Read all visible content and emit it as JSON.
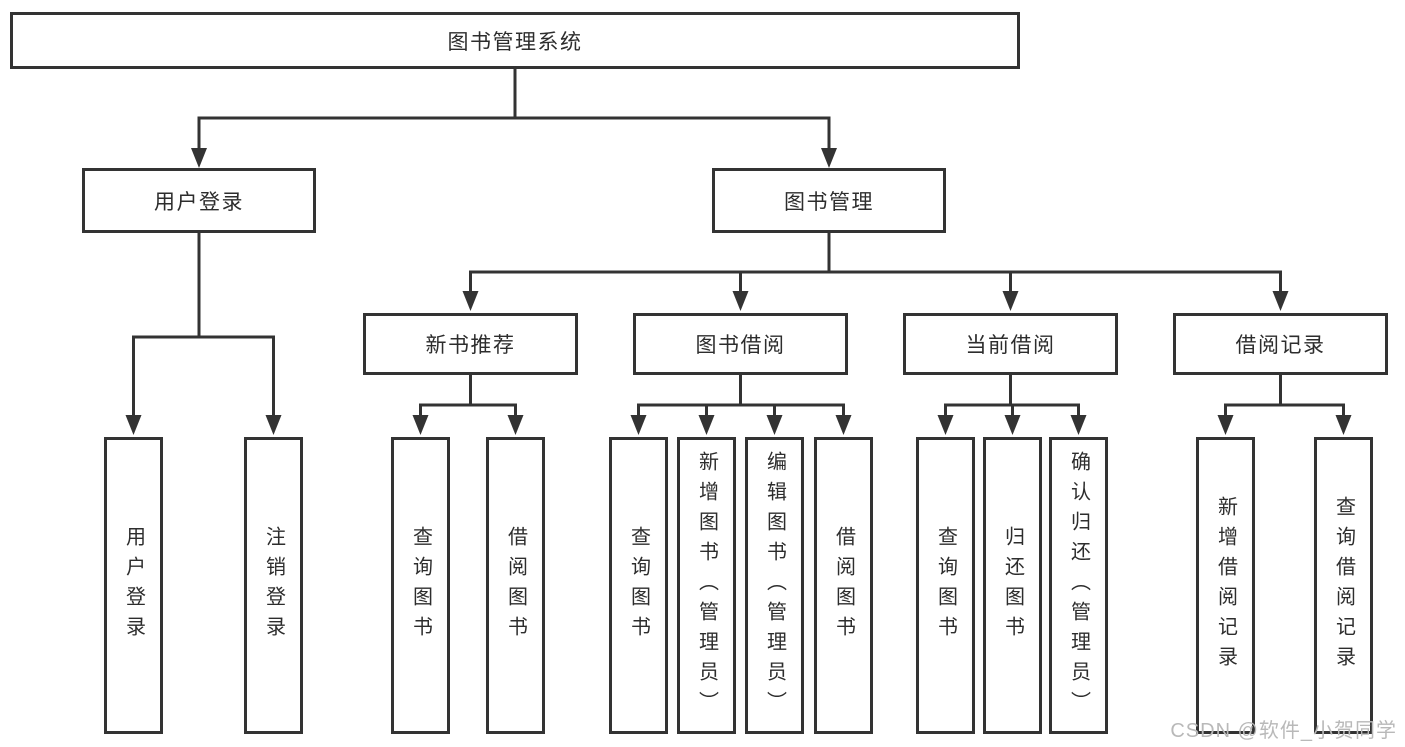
{
  "tree": {
    "label": "图书管理系统",
    "children": [
      {
        "label": "用户登录",
        "children": [
          {
            "label": "用户登录"
          },
          {
            "label": "注销登录"
          }
        ]
      },
      {
        "label": "图书管理",
        "children": [
          {
            "label": "新书推荐",
            "children": [
              {
                "label": "查询图书"
              },
              {
                "label": "借阅图书"
              }
            ]
          },
          {
            "label": "图书借阅",
            "children": [
              {
                "label": "查询图书"
              },
              {
                "label": "新增图书（管理员）"
              },
              {
                "label": "编辑图书（管理员）"
              },
              {
                "label": "借阅图书"
              }
            ]
          },
          {
            "label": "当前借阅",
            "children": [
              {
                "label": "查询图书"
              },
              {
                "label": "归还图书"
              },
              {
                "label": "确认归还（管理员）"
              }
            ]
          },
          {
            "label": "借阅记录",
            "children": [
              {
                "label": "新增借阅记录"
              },
              {
                "label": "查询借阅记录"
              }
            ]
          }
        ]
      }
    ]
  },
  "watermark": {
    "text": "CSDN @软件_小贺同学"
  },
  "colors": {
    "line": "#333333",
    "text": "#2d2d2d",
    "background": "#ffffff",
    "watermark": "#b9b9b9"
  }
}
